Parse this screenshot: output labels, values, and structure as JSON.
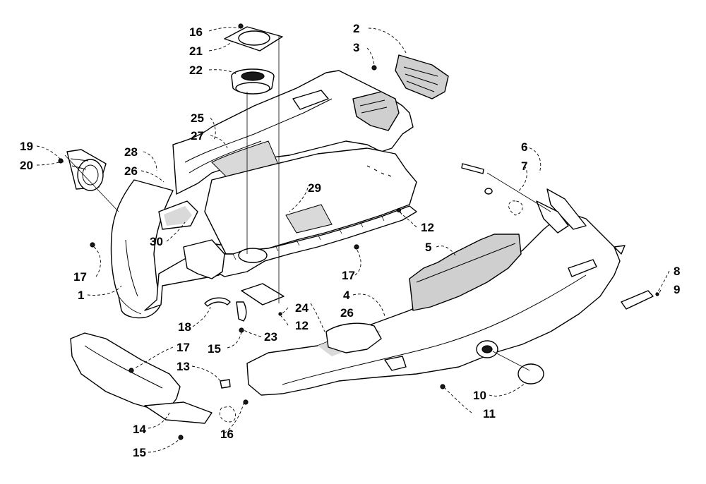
{
  "diagram": {
    "callouts": {
      "c1": "1",
      "c2": "2",
      "c3": "3",
      "c4": "4",
      "c5": "5",
      "c6": "6",
      "c7": "7",
      "c8": "8",
      "c9": "9",
      "c10": "10",
      "c11": "11",
      "c12a": "12",
      "c12b": "12",
      "c13": "13",
      "c14": "14",
      "c15a": "15",
      "c15b": "15",
      "c16a": "16",
      "c16b": "16",
      "c17a": "17",
      "c17b": "17",
      "c17c": "17",
      "c18": "18",
      "c19": "19",
      "c20": "20",
      "c21": "21",
      "c22": "22",
      "c23": "23",
      "c24": "24",
      "c25": "25",
      "c26a": "26",
      "c26b": "26",
      "c27": "27",
      "c28": "28",
      "c29": "29",
      "c30": "30"
    },
    "colors": {
      "line": "#000000",
      "background": "#ffffff",
      "shade": "#d9d9d9"
    }
  }
}
